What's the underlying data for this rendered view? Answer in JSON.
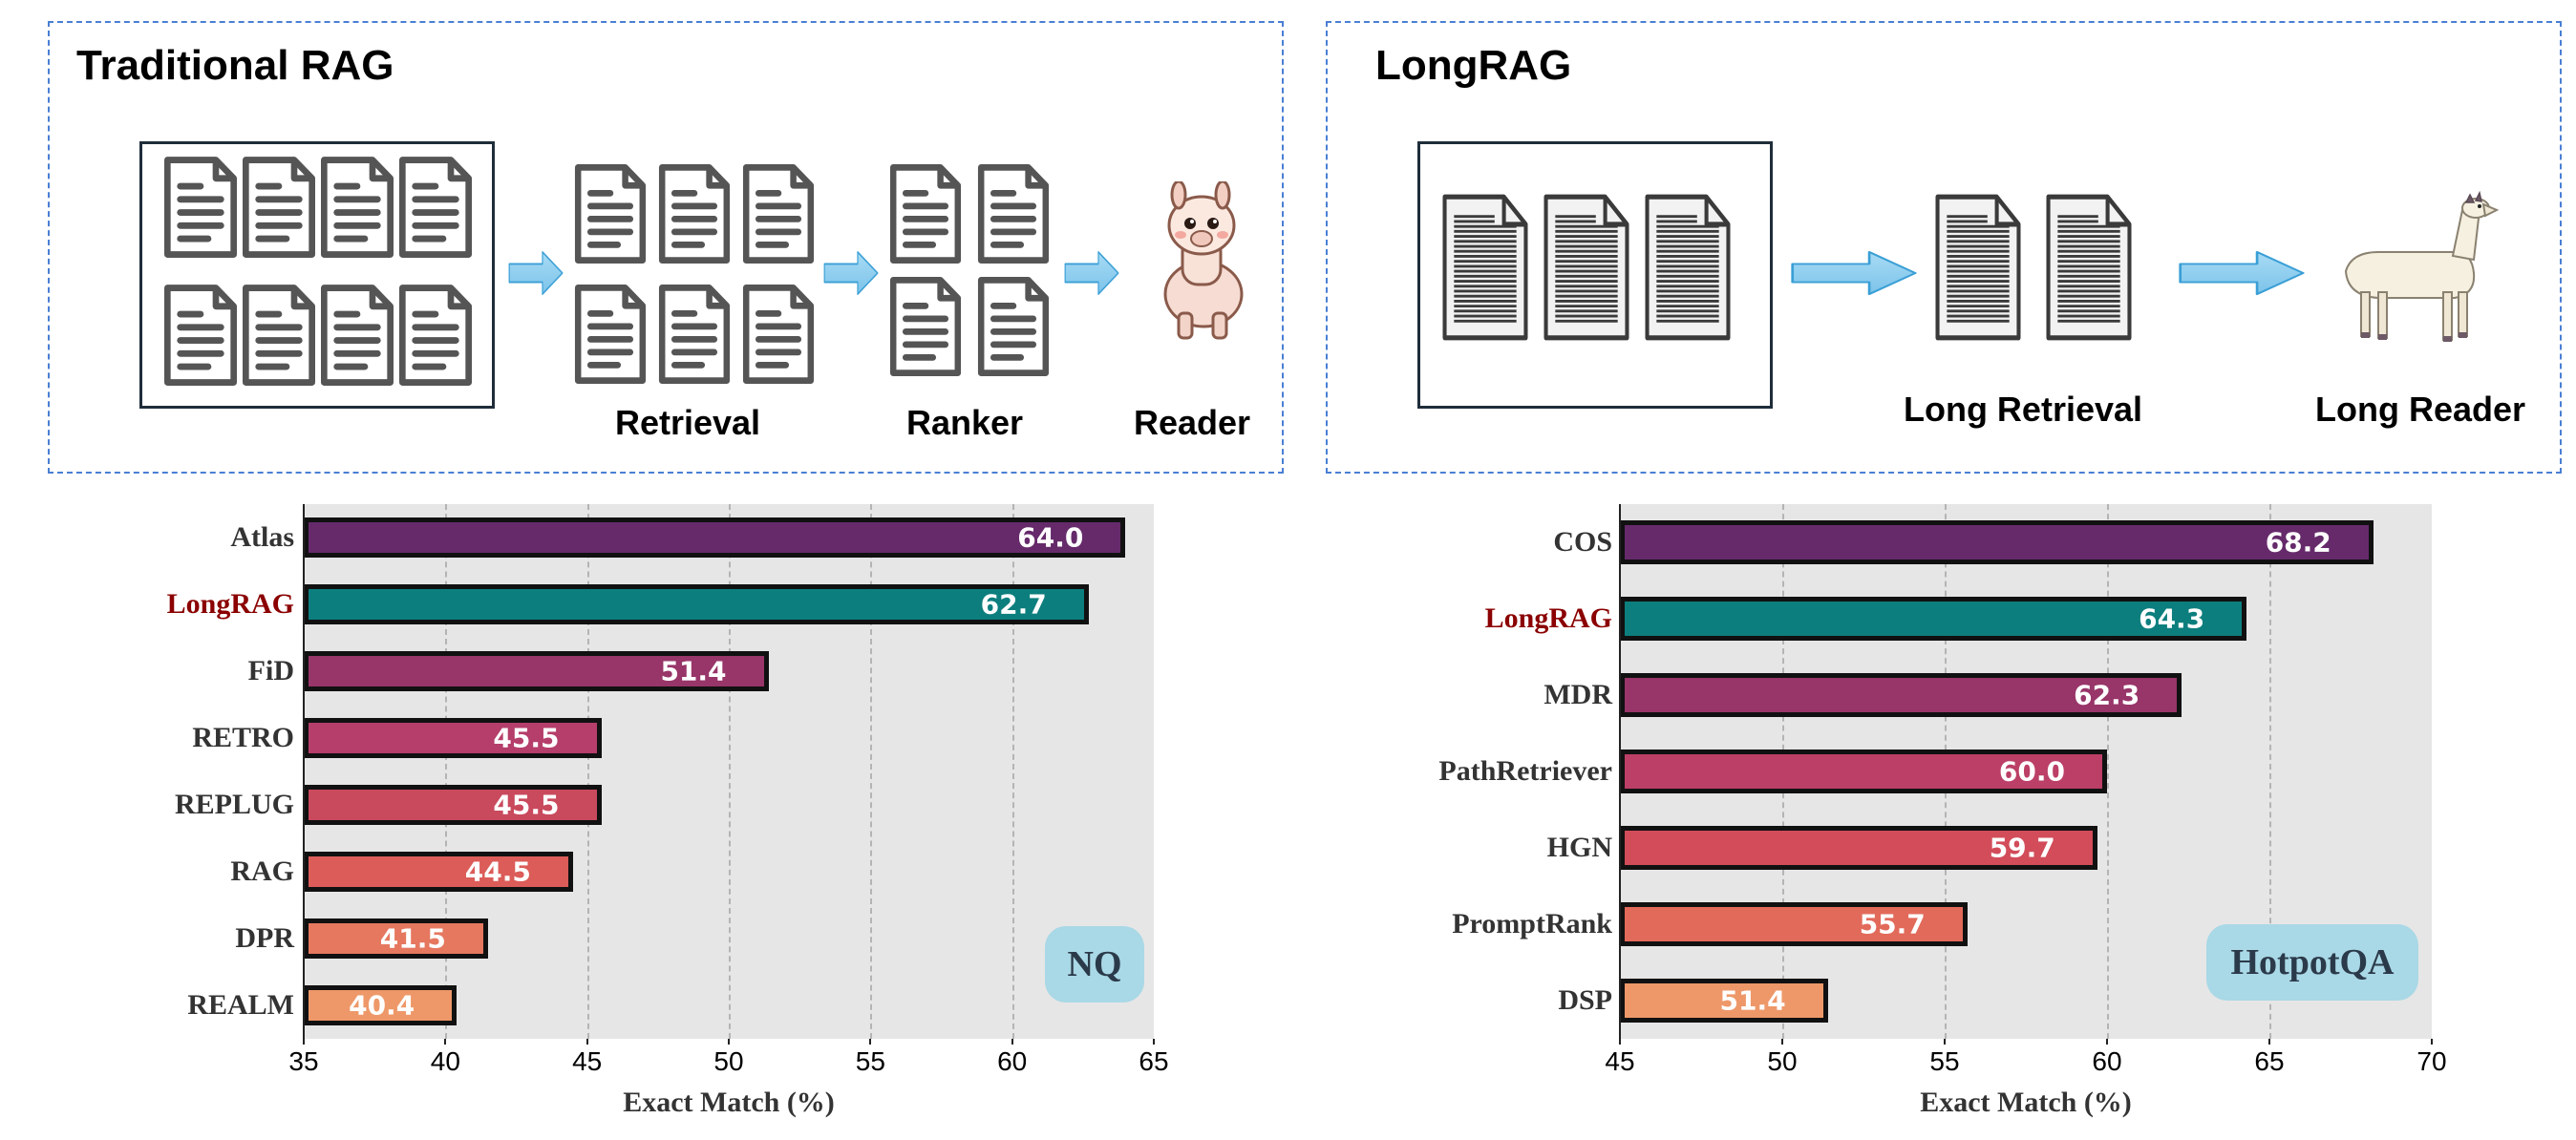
{
  "traditional": {
    "title": "Traditional RAG",
    "stages": [
      "Retrieval",
      "Ranker",
      "Reader"
    ]
  },
  "longrag": {
    "title": "LongRAG",
    "stages": [
      "Long Retrieval",
      "Long Reader"
    ]
  },
  "colors": {
    "panel_border": "#4a7fd4",
    "arrow": "#7cc3ea",
    "doc_outline": "#555555"
  },
  "chart_data": [
    {
      "type": "bar",
      "orientation": "horizontal",
      "categories": [
        "Atlas",
        "LongRAG",
        "FiD",
        "RETRO",
        "REPLUG",
        "RAG",
        "DPR",
        "REALM"
      ],
      "values": [
        64.0,
        62.7,
        51.4,
        45.5,
        45.5,
        44.5,
        41.5,
        40.4
      ],
      "value_labels": [
        "64.0",
        "62.7",
        "51.4",
        "45.5",
        "45.5",
        "44.5",
        "41.5",
        "40.4"
      ],
      "colors": [
        "#662a6b",
        "#0d7e7e",
        "#983569",
        "#b53e6b",
        "#c9495d",
        "#db5c58",
        "#e5785f",
        "#ee9869"
      ],
      "highlight": "LongRAG",
      "highlight_color": "#8b0000",
      "xlabel": "Exact Match (%)",
      "xlim": [
        35,
        65
      ],
      "xticks": [
        35,
        40,
        45,
        50,
        55,
        60,
        65
      ],
      "grid": "x-dashed",
      "badge": "NQ"
    },
    {
      "type": "bar",
      "orientation": "horizontal",
      "categories": [
        "COS",
        "LongRAG",
        "MDR",
        "PathRetriever",
        "HGN",
        "PromptRank",
        "DSP"
      ],
      "values": [
        68.2,
        64.3,
        62.3,
        60.0,
        59.7,
        55.7,
        51.4
      ],
      "value_labels": [
        "68.2",
        "64.3",
        "62.3",
        "60.0",
        "59.7",
        "55.7",
        "51.4"
      ],
      "colors": [
        "#662a6b",
        "#0d7e7e",
        "#983569",
        "#bb3f66",
        "#d24c5a",
        "#e26a5a",
        "#ee9869"
      ],
      "highlight": "LongRAG",
      "highlight_color": "#8b0000",
      "xlabel": "Exact Match (%)",
      "xlim": [
        45,
        70
      ],
      "xticks": [
        45,
        50,
        55,
        60,
        65,
        70
      ],
      "grid": "x-dashed",
      "badge": "HotpotQA"
    }
  ]
}
